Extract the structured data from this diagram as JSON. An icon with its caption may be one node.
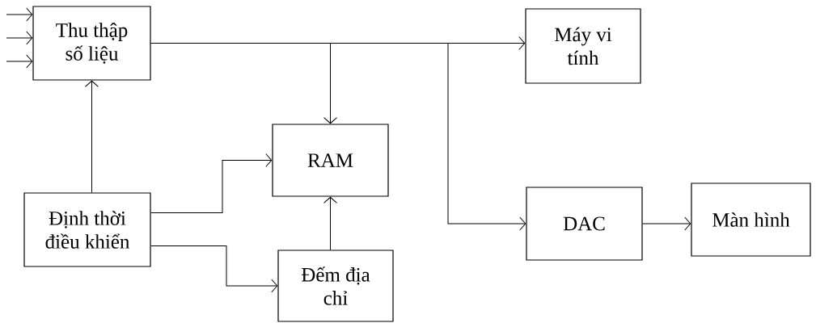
{
  "diagram": {
    "nodes": [
      {
        "text": [
          "Thu thập số liệu"
        ]
      },
      {
        "text": [
          "Máy vi tính"
        ]
      },
      {
        "text": [
          "RAM"
        ]
      },
      {
        "text": [
          "Định thời điều khiển"
        ]
      },
      {
        "text": [
          "Đếm địa chỉ"
        ]
      },
      {
        "text": [
          "DAC"
        ]
      },
      {
        "text": [
          "Màn hình"
        ]
      }
    ],
    "edges": [
      {
        "from": null,
        "to": 0,
        "arrow": "to"
      },
      {
        "from": null,
        "to": 0,
        "arrow": "to"
      },
      {
        "from": null,
        "to": 0,
        "arrow": "to"
      },
      {
        "from": 0,
        "to": 1,
        "arrow": "to"
      },
      {
        "from": 0,
        "to": 2,
        "arrow": "to"
      },
      {
        "from": 0,
        "to": 5,
        "arrow": "to"
      },
      {
        "from": 3,
        "to": 0,
        "arrow": "to"
      },
      {
        "from": 3,
        "to": 2,
        "arrow": "to"
      },
      {
        "from": 3,
        "to": 4,
        "arrow": "to"
      },
      {
        "from": 4,
        "to": 2,
        "arrow": "to"
      },
      {
        "from": 5,
        "to": 6,
        "arrow": "to"
      }
    ]
  }
}
